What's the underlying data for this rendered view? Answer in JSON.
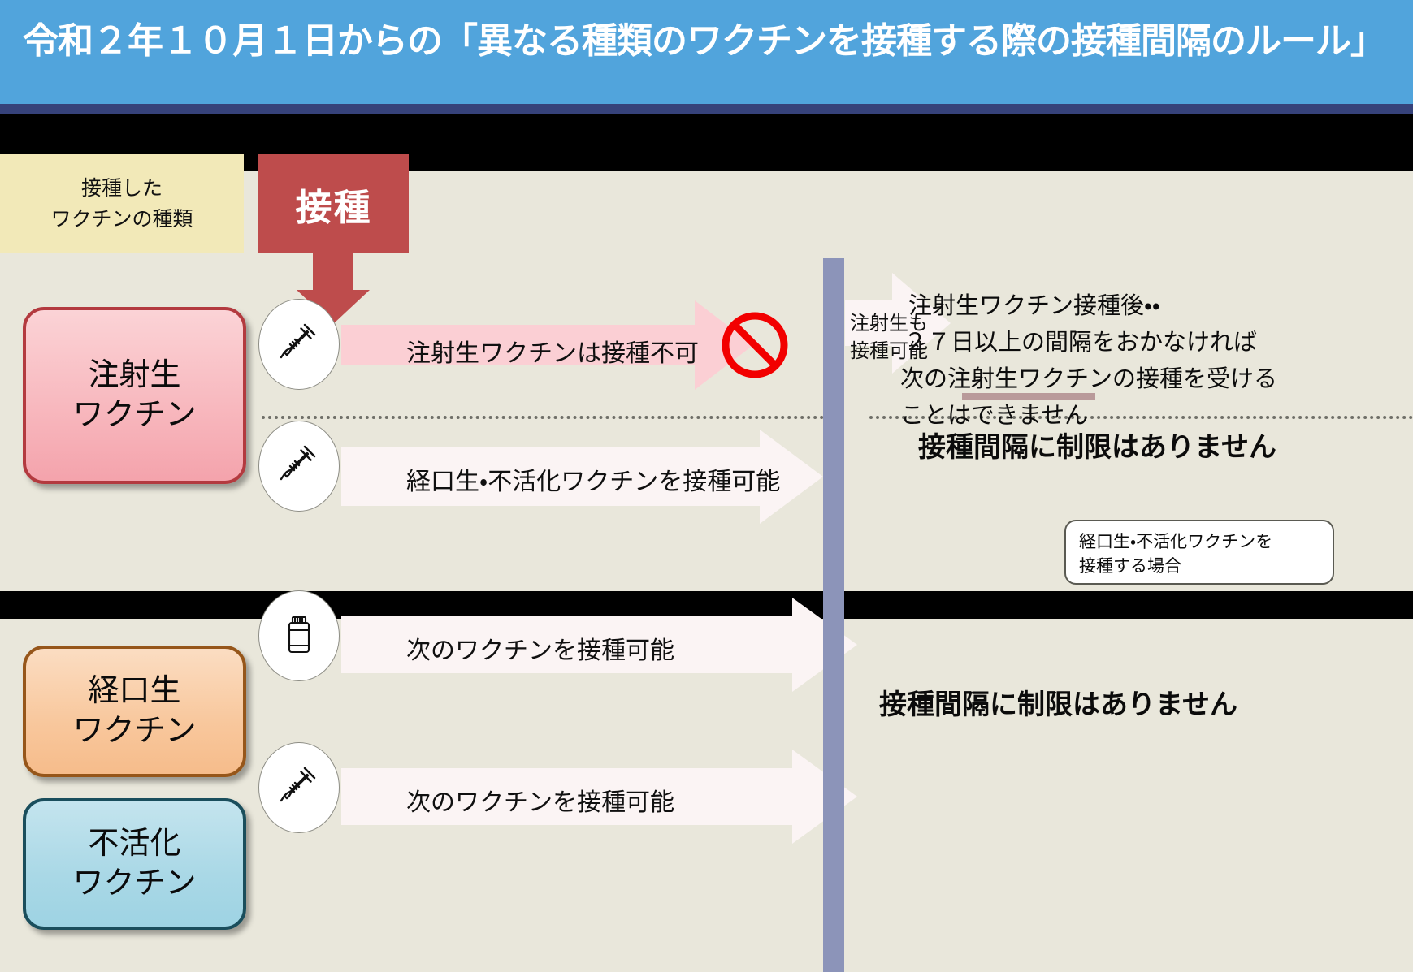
{
  "header": {
    "title": "令和２年１０月１日からの「異なる種類のワクチンを接種する際の接種間隔のルール」"
  },
  "legend": {
    "column_header_line1": "接種した",
    "column_header_line2": "ワクチンの種類",
    "inject_label": "接種"
  },
  "vaccine_types": [
    {
      "name": "injected-live",
      "line1": "注射生",
      "line2": "ワクチン",
      "color": "#F8B9BF",
      "border": "#B33A3F"
    },
    {
      "name": "oral-live",
      "line1": "経口生",
      "line2": "ワクチン",
      "color": "#F8C79C",
      "border": "#96561A"
    },
    {
      "name": "inactivated",
      "line1": "不活化",
      "line2": "ワクチン",
      "color": "#A9D8E6",
      "border": "#1A4E5C"
    }
  ],
  "rows": [
    {
      "name": "injected-live-to-injected-live",
      "icon": "syringe-icon",
      "label": "注射生ワクチンは接種不可",
      "blocked": true,
      "blocked_icon": "prohibition-icon"
    },
    {
      "name": "injected-live-to-oral-inactivated",
      "icon": "syringe-icon",
      "label": "経口生・不活化ワクチンを接種可能",
      "blocked": false
    },
    {
      "name": "oral-live-to-next",
      "icon": "bottle-icon",
      "label": "次のワクチンを接種可能",
      "blocked": false
    },
    {
      "name": "inactivated-to-next",
      "icon": "syringe-icon",
      "label": "次のワクチンを接種可能",
      "blocked": false
    }
  ],
  "continue_arrow": {
    "label_line1": "注射生も",
    "label_line2": "接種可能"
  },
  "notes": {
    "injected_live": {
      "line1": "注射生ワクチン接種後・・",
      "line2": "２７日以上の間隔をおかなければ",
      "line3": "次の注射生ワクチンの接種を受ける",
      "line4": "ことはできません",
      "underline_color": "#B99A9A"
    },
    "no_restriction_top": "接種間隔に制限はありません",
    "no_restriction_bottom": "接種間隔に制限はありません",
    "callout": {
      "line1": "経口生・不活化ワクチンを",
      "line2": "接種する場合"
    }
  },
  "colors": {
    "header_blue": "#51A4DC",
    "header_navy": "#36427A",
    "panel_cream": "#E9E7DB",
    "legend_yellow": "#F2E9B8",
    "inject_red": "#BE4C4C",
    "divider_blue": "#8C94B9",
    "blocked_pink": "#FBCFD4",
    "allowed_white": "#FBF4F4",
    "prohibition_red": "#F20000"
  }
}
